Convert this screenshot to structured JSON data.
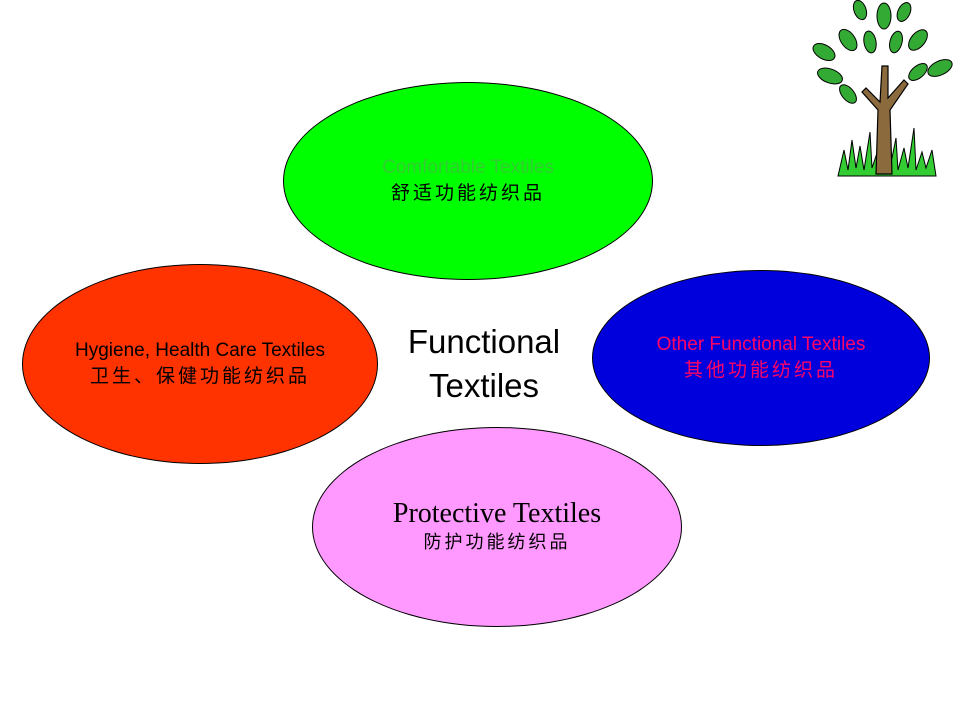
{
  "center": {
    "line1": "Functional",
    "line2": "Textiles"
  },
  "categories": {
    "comfortable": {
      "en": "Comfortable Textiles",
      "zh": "舒适功能纺织品",
      "fill": "#00ff00"
    },
    "hygiene": {
      "en": "Hygiene, Health Care Textiles",
      "zh": "卫生、保健功能纺织品",
      "fill": "#ff3300"
    },
    "other": {
      "en": "Other Functional Textiles",
      "zh": "其他功能纺织品",
      "fill": "#0000dd"
    },
    "protective": {
      "en": "Protective Textiles",
      "zh": "防护功能纺织品",
      "fill": "#ff99ff"
    }
  },
  "decoration": {
    "icon": "tree-icon"
  }
}
